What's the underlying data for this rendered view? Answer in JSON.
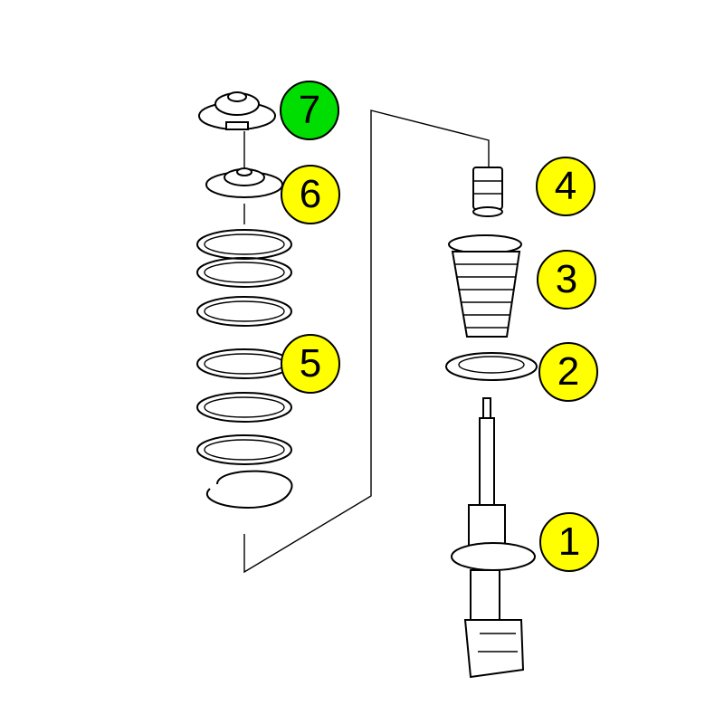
{
  "colors": {
    "callout_yellow": "#ffff00",
    "callout_green": "#00dd00",
    "line": "#000000",
    "background": "#ffffff"
  },
  "callouts": [
    {
      "id": "1",
      "label": "1",
      "part": "shock-absorber-strut",
      "color": "#ffff00"
    },
    {
      "id": "2",
      "label": "2",
      "part": "spring-seat-insulator",
      "color": "#ffff00"
    },
    {
      "id": "3",
      "label": "3",
      "part": "dust-boot",
      "color": "#ffff00"
    },
    {
      "id": "4",
      "label": "4",
      "part": "bump-stop",
      "color": "#ffff00"
    },
    {
      "id": "5",
      "label": "5",
      "part": "coil-spring",
      "color": "#ffff00"
    },
    {
      "id": "6",
      "label": "6",
      "part": "spring-upper-seat",
      "color": "#ffff00"
    },
    {
      "id": "7",
      "label": "7",
      "part": "strut-top-mount",
      "color": "#00dd00"
    }
  ]
}
